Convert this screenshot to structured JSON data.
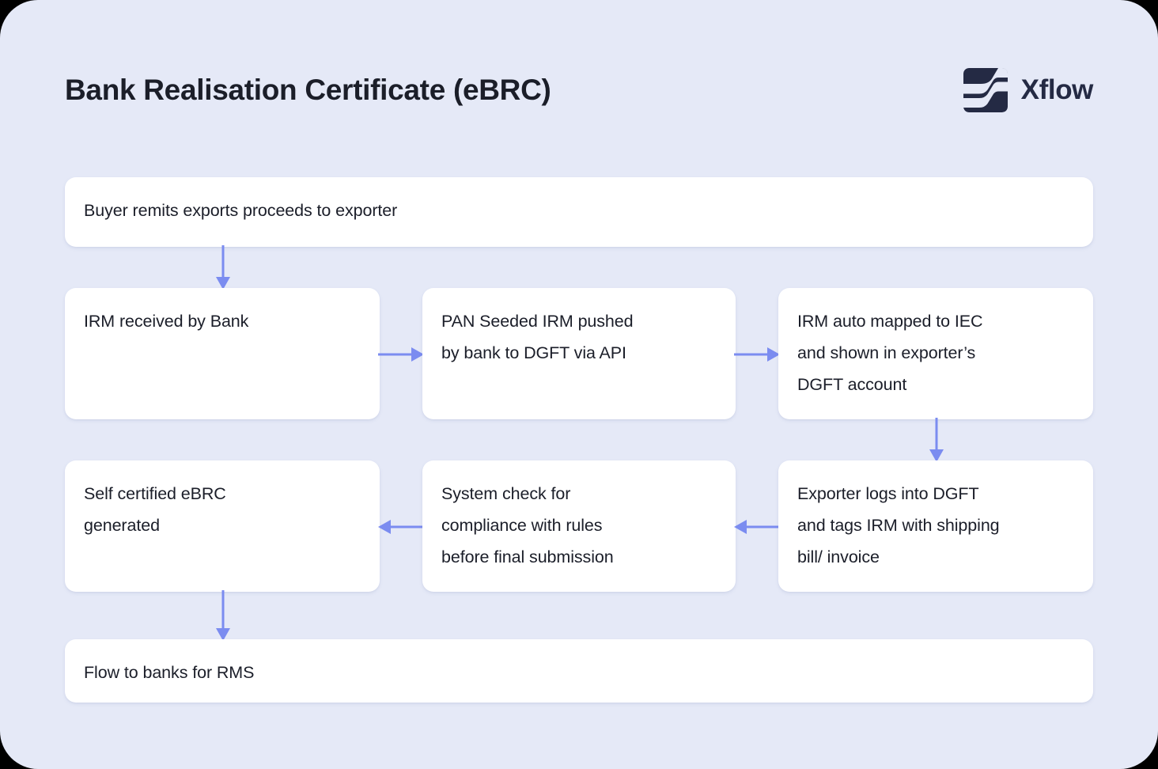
{
  "page": {
    "title": "Bank Realisation Certificate (eBRC)",
    "background_color": "#e5e9f7",
    "outer_color": "#000000"
  },
  "brand": {
    "name": "Xflow",
    "mark_icon": "xflow-logo-icon",
    "mark_color": "#242a44"
  },
  "diagram": {
    "type": "flowchart",
    "box_fill": "#ffffff",
    "text_color": "#1b1e29",
    "arrow_color": "#7b8cf0",
    "nodes": [
      {
        "id": "buyer",
        "label": "Buyer remits exports proceeds to exporter",
        "row": 1,
        "col": "full"
      },
      {
        "id": "irm",
        "label": "IRM received by Bank",
        "row": 2,
        "col": 1
      },
      {
        "id": "pan",
        "label": "PAN Seeded IRM pushed\nby bank to DGFT via API",
        "row": 2,
        "col": 2
      },
      {
        "id": "mapped",
        "label": "IRM auto mapped to IEC\nand shown in exporter’s\nDGFT account",
        "row": 2,
        "col": 3
      },
      {
        "id": "selfcert",
        "label": "Self certified eBRC\ngenerated",
        "row": 3,
        "col": 1
      },
      {
        "id": "syscheck",
        "label": "System check for\ncompliance with rules\nbefore final submission",
        "row": 3,
        "col": 2
      },
      {
        "id": "exporter",
        "label": "Exporter logs into DGFT\nand tags IRM with shipping\nbill/ invoice",
        "row": 3,
        "col": 3
      },
      {
        "id": "rms",
        "label": "Flow to banks for RMS",
        "row": 4,
        "col": "full"
      }
    ],
    "edges": [
      {
        "from": "buyer",
        "to": "irm",
        "direction": "down"
      },
      {
        "from": "irm",
        "to": "pan",
        "direction": "right"
      },
      {
        "from": "pan",
        "to": "mapped",
        "direction": "right"
      },
      {
        "from": "mapped",
        "to": "exporter",
        "direction": "down"
      },
      {
        "from": "exporter",
        "to": "syscheck",
        "direction": "left"
      },
      {
        "from": "syscheck",
        "to": "selfcert",
        "direction": "left"
      },
      {
        "from": "selfcert",
        "to": "rms",
        "direction": "down"
      }
    ]
  }
}
